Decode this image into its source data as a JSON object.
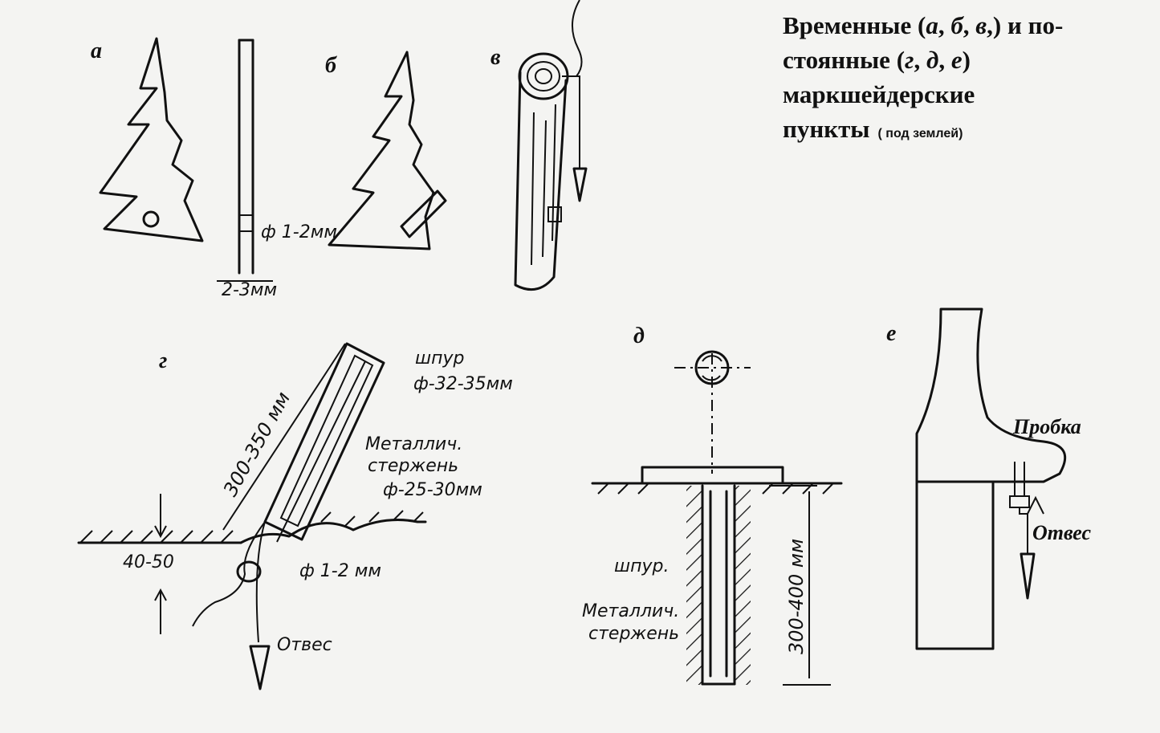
{
  "title": {
    "line1_pre": "Временные (",
    "line1_a": "а",
    "line1_sep1": ", ",
    "line1_b": "б",
    "line1_sep2": ", ",
    "line1_v": "в",
    "line1_post": ",) и по-",
    "line2_pre": "стоянные (",
    "line2_g": "г",
    "line2_sep1": ", ",
    "line2_d": "д",
    "line2_sep2": ", ",
    "line2_e": "е",
    "line2_post": ") маркшейдерские",
    "line3": "пункты",
    "note": "( под землей)"
  },
  "panels": {
    "a": "а",
    "b": "б",
    "v": "в",
    "g": "г",
    "d": "д",
    "e": "е"
  },
  "dims": {
    "a_hole": "ф 1-2мм",
    "a_width": "2-3мм",
    "g_length": "300-350 мм",
    "g_shpur": "шпур",
    "g_shpur_dia": "ф-32-35мм",
    "g_rod1": "Металлич.",
    "g_rod2": "стержень",
    "g_rod_dia": "ф-25-30мм",
    "g_depth": "40-50",
    "g_hole": "ф 1-2 мм",
    "g_plumb": "Отвес",
    "d_shpur": "шпур.",
    "d_rod1": "Металлич.",
    "d_rod2": "стержень",
    "d_depth": "300-400 мм",
    "e_plug": "Пробка",
    "e_plumb": "Отвес"
  }
}
